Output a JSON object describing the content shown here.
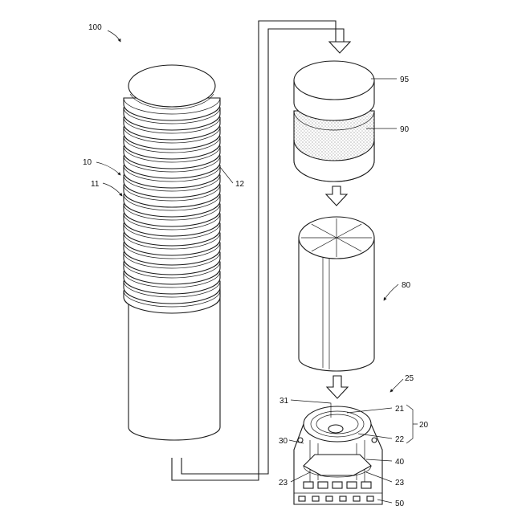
{
  "labels": {
    "assembly": "100",
    "container": "10",
    "body": "11",
    "wall": "12",
    "cap": "95",
    "filter_ring": "90",
    "cartridge": "80",
    "base_assembly": "25",
    "part_31": "31",
    "part_21": "21",
    "part_20": "20",
    "part_22": "22",
    "part_30": "30",
    "part_40": "40",
    "part_23_left": "23",
    "part_23_right": "23",
    "part_50": "50"
  }
}
